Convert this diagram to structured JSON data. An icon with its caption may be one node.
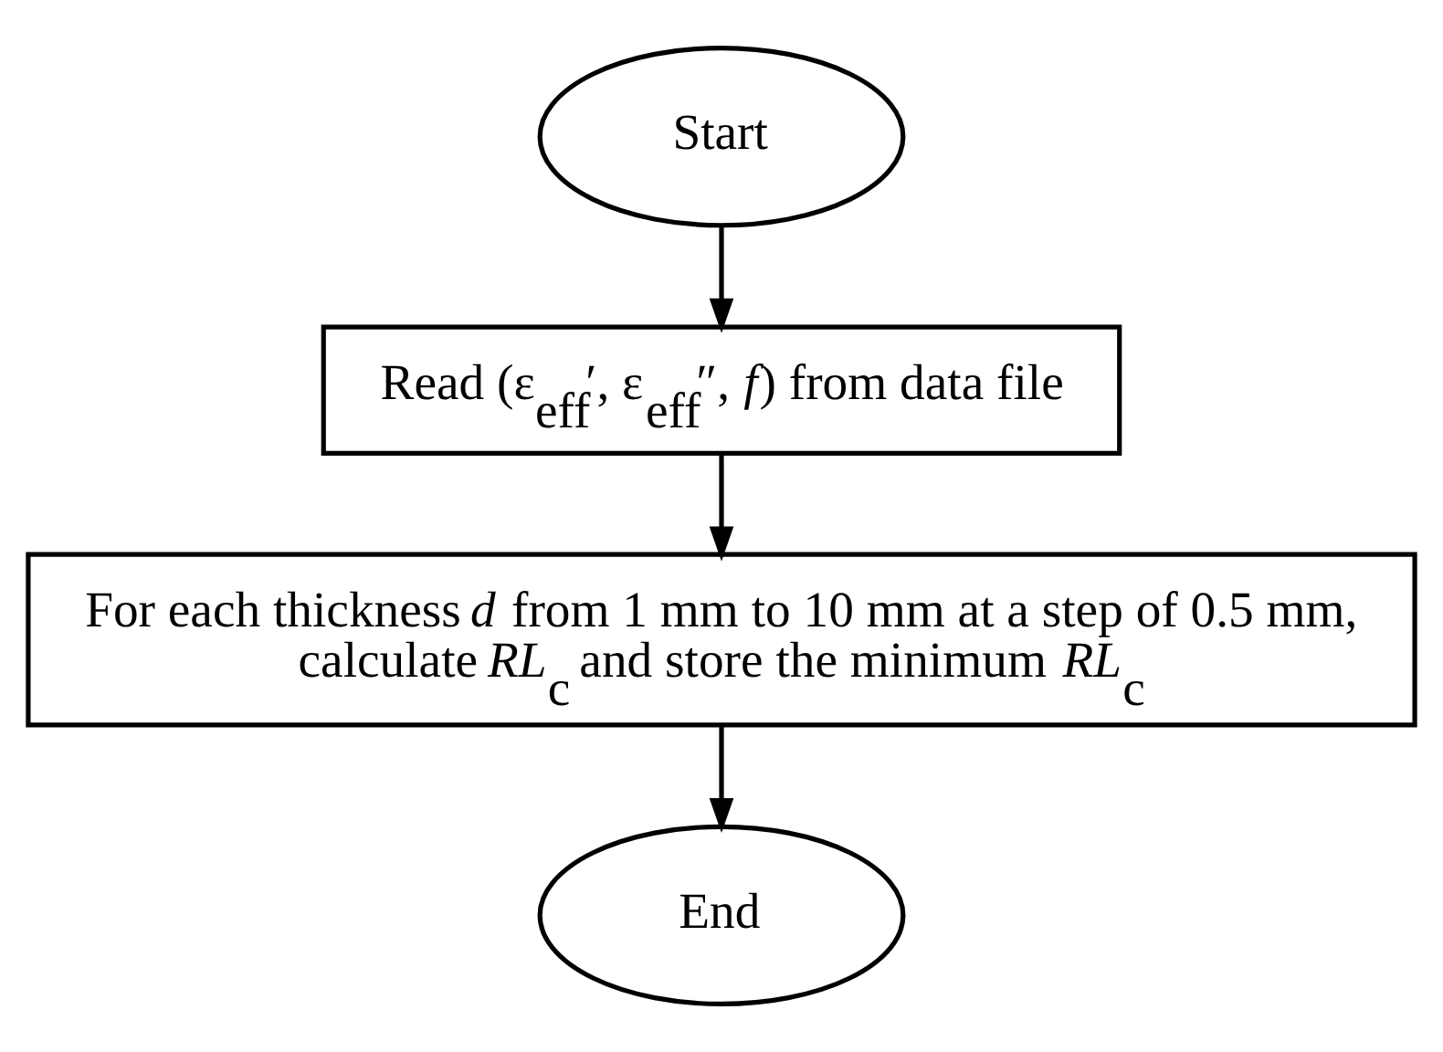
{
  "diagram": {
    "nodes": [
      {
        "text": [
          "Start"
        ]
      },
      {
        "text": [
          "Read (ε$_{eff}$′, ε$_{eff}$″, *f*) from data file"
        ]
      },
      {
        "text": [
          "For each thickness *d* from 1 mm to 10 mm at a step of 0.5 mm, calculate *RL*$_{c}$ and store the minimum *RL*$_{c}$"
        ]
      },
      {
        "text": [
          "End"
        ]
      }
    ],
    "edges": [
      {
        "from": 0,
        "to": 1,
        "arrow": "to"
      },
      {
        "from": 1,
        "to": 2,
        "arrow": "to"
      },
      {
        "from": 2,
        "to": 3,
        "arrow": "to"
      }
    ]
  }
}
